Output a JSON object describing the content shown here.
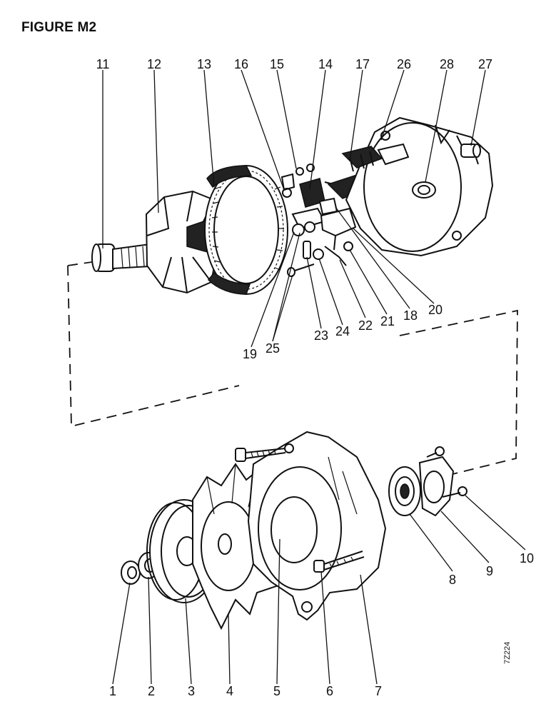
{
  "figure": {
    "title": "FIGURE M2",
    "ref_code": "7Z224"
  },
  "parts": [
    {
      "id": "1",
      "label": "1"
    },
    {
      "id": "2",
      "label": "2"
    },
    {
      "id": "3",
      "label": "3"
    },
    {
      "id": "4",
      "label": "4"
    },
    {
      "id": "5",
      "label": "5"
    },
    {
      "id": "6",
      "label": "6"
    },
    {
      "id": "7",
      "label": "7"
    },
    {
      "id": "8",
      "label": "8"
    },
    {
      "id": "9",
      "label": "9"
    },
    {
      "id": "10",
      "label": "10"
    },
    {
      "id": "11",
      "label": "11"
    },
    {
      "id": "12",
      "label": "12"
    },
    {
      "id": "13",
      "label": "13"
    },
    {
      "id": "14",
      "label": "14"
    },
    {
      "id": "15",
      "label": "15"
    },
    {
      "id": "16",
      "label": "16"
    },
    {
      "id": "17",
      "label": "17"
    },
    {
      "id": "18",
      "label": "18"
    },
    {
      "id": "19",
      "label": "19"
    },
    {
      "id": "20",
      "label": "20"
    },
    {
      "id": "21",
      "label": "21"
    },
    {
      "id": "22",
      "label": "22"
    },
    {
      "id": "23",
      "label": "23"
    },
    {
      "id": "24",
      "label": "24"
    },
    {
      "id": "25",
      "label": "25"
    },
    {
      "id": "26",
      "label": "26"
    },
    {
      "id": "27",
      "label": "27"
    },
    {
      "id": "28",
      "label": "28"
    }
  ]
}
